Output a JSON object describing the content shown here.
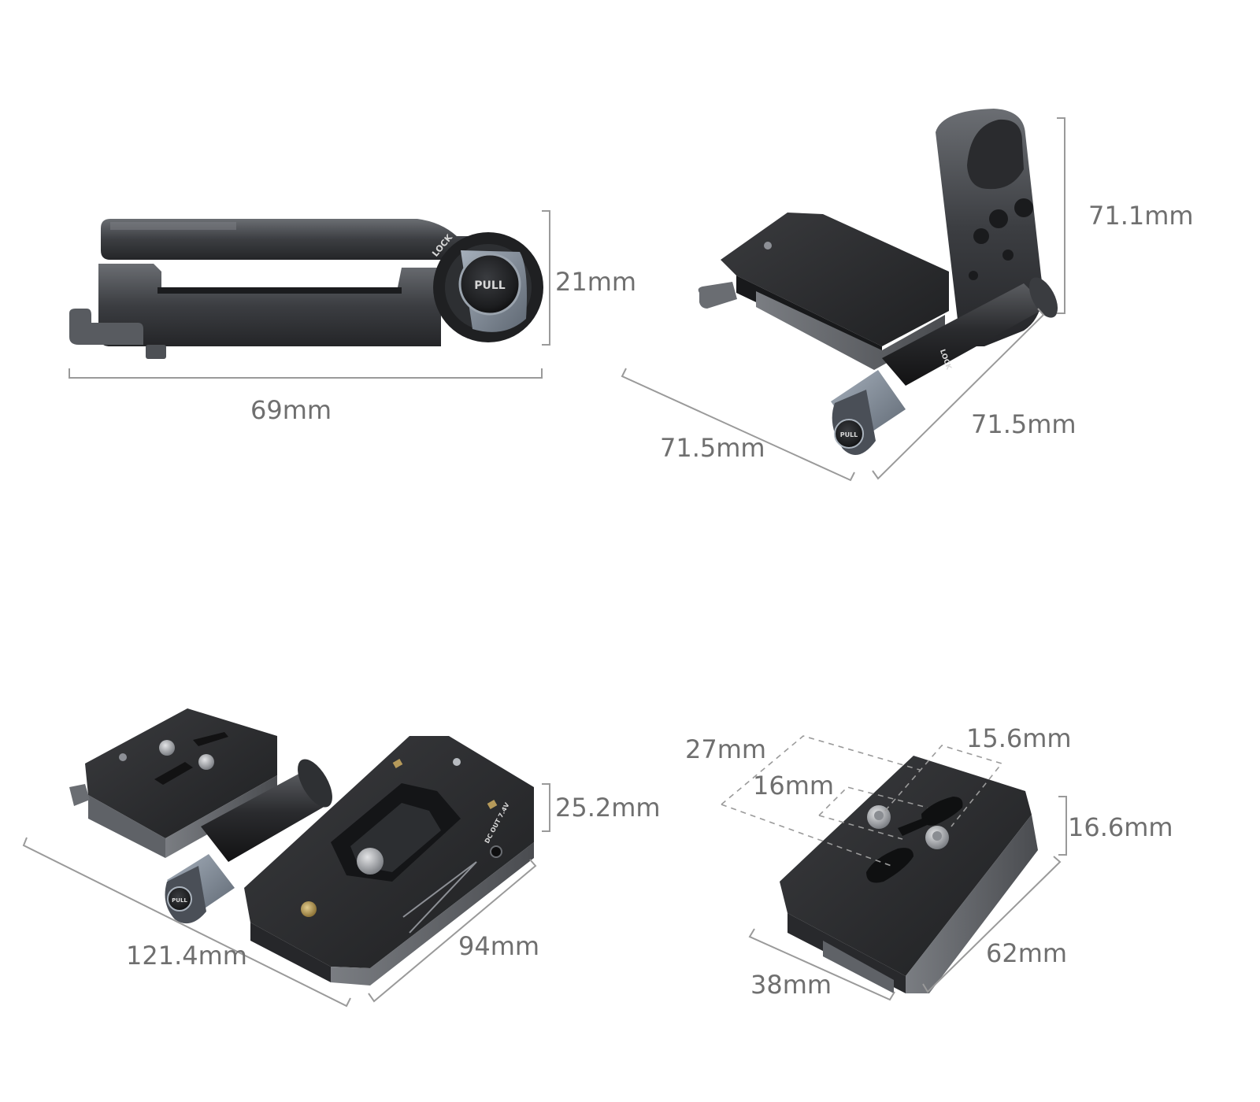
{
  "views": {
    "folded_side": {
      "width_label": "69mm",
      "height_label": "21mm",
      "knob_text": "PULL",
      "lock_text": "LOCK"
    },
    "upright": {
      "height_label": "71.1mm",
      "depth_label": "71.5mm",
      "width_label": "71.5mm",
      "knob_text": "PULL",
      "lock_text": "LOCK"
    },
    "battery_plate": {
      "length_label": "121.4mm",
      "width_label": "94mm",
      "height_label": "25.2mm",
      "knob_text": "PULL",
      "port_text": "DC OUT 7.4V"
    },
    "quick_release": {
      "slot_outer_label": "27mm",
      "slot_inner_label": "16mm",
      "screw_spacing_label": "15.6mm",
      "height_label": "16.6mm",
      "width_label": "38mm",
      "length_label": "62mm"
    }
  },
  "colors": {
    "dimension_text": "#6f6f6f",
    "dimension_line": "#9a9a9a",
    "metal_dark": "#2b2c2e",
    "metal_mid": "#55585c",
    "metal_light": "#8d9096",
    "anodized_blue_grey": "#7b8592",
    "brass": "#b69a5a"
  }
}
